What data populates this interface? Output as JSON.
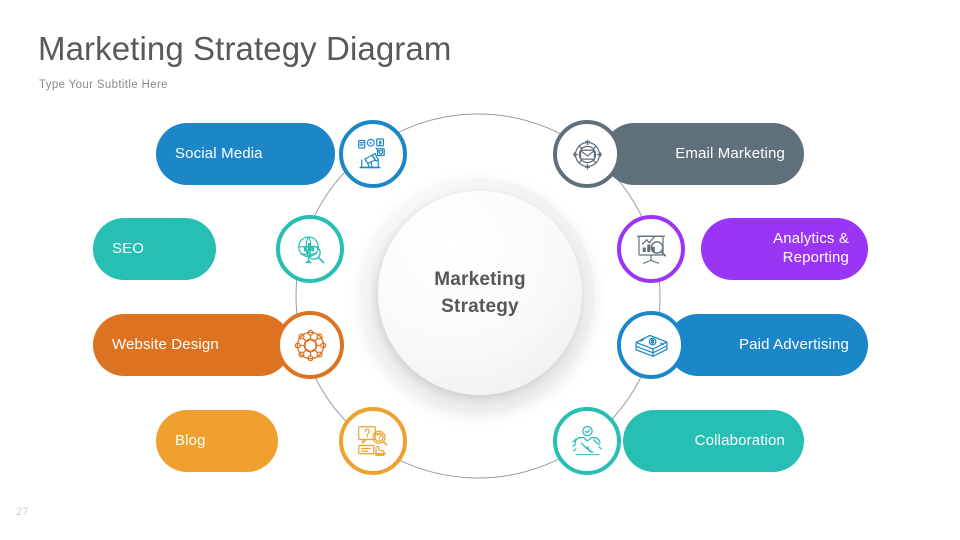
{
  "header": {
    "title": "Marketing Strategy Diagram",
    "subtitle": "Type Your Subtitle Here"
  },
  "footer": {
    "page_number": "27"
  },
  "center": {
    "label_line1": "Marketing",
    "label_line2": "Strategy",
    "text_color": "#575757"
  },
  "connectors": {
    "color": "#9b9b9b"
  },
  "nodes": [
    {
      "id": "social-media",
      "label": "Social Media",
      "color": "#1b87c9",
      "side": "left",
      "icon": "megaphone-social-icon"
    },
    {
      "id": "seo",
      "label": "SEO",
      "color": "#27beb4",
      "side": "left",
      "icon": "chart-magnifier-icon"
    },
    {
      "id": "website-design",
      "label": "Website Design",
      "color": "#dd7321",
      "side": "left",
      "icon": "network-sphere-icon"
    },
    {
      "id": "blog",
      "label": "Blog",
      "color": "#efa02e",
      "side": "left",
      "icon": "question-post-icon"
    },
    {
      "id": "email-marketing",
      "label": "Email Marketing",
      "color": "#60707a",
      "side": "right",
      "icon": "envelope-target-icon"
    },
    {
      "id": "analytics",
      "label": "Analytics & Reporting",
      "color": "#9b35f5",
      "side": "right",
      "icon": "presentation-analysis-icon"
    },
    {
      "id": "paid-advertising",
      "label": "Paid Advertising",
      "color": "#1b87c9",
      "side": "right",
      "icon": "money-stack-icon"
    },
    {
      "id": "collaboration",
      "label": "Collaboration",
      "color": "#27beb4",
      "side": "right",
      "icon": "handshake-icon"
    }
  ]
}
